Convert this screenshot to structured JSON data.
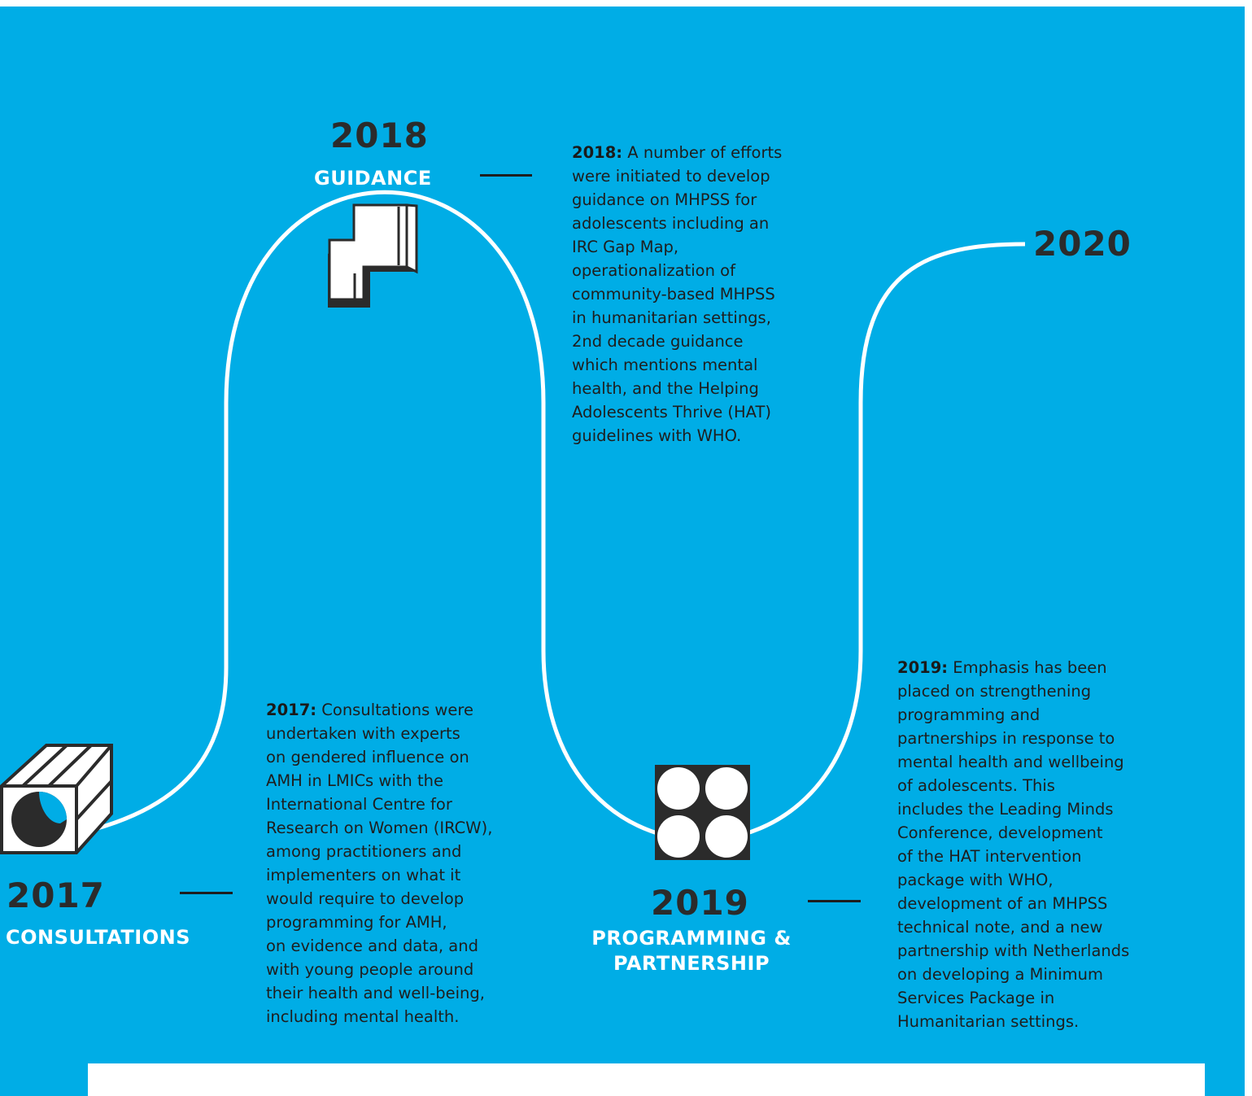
{
  "colors": {
    "background": "#00ADE6",
    "path": "#ffffff",
    "dark": "#2b2b2b",
    "text": "#1e1e1e"
  },
  "milestones": [
    {
      "year": "2017",
      "label": "CONSULTATIONS",
      "icon": "cube-with-circle-icon",
      "desc_lead": "2017:",
      "desc_body": " Consultations were\nundertaken with experts\non gendered influence on\nAMH in LMICs with the\nInternational Centre for\nResearch on Women (IRCW),\namong practitioners and\nimplementers on what it\nwould require to develop\nprogramming for AMH,\non evidence and data, and\nwith young people around\ntheir health and well-being,\nincluding mental health."
    },
    {
      "year": "2018",
      "label": "GUIDANCE",
      "icon": "stepped-block-icon",
      "desc_lead": "2018:",
      "desc_body": " A number of efforts\nwere initiated to develop\nguidance on MHPSS for\nadolescents including an\nIRC Gap Map,\noperationalization of\ncommunity-based MHPSS\nin humanitarian settings,\n2nd decade guidance\nwhich mentions mental\nhealth, and the Helping\nAdolescents Thrive (HAT)\nguidelines with WHO."
    },
    {
      "year": "2019",
      "label": "PROGRAMMING &\nPARTNERSHIP",
      "icon": "four-circles-icon",
      "desc_lead": "2019:",
      "desc_body": " Emphasis has been\nplaced on strengthening\nprogramming and\npartnerships in response to\nmental health and wellbeing\nof adolescents. This\nincludes the Leading Minds\nConference, development\nof the HAT intervention\npackage with WHO,\ndevelopment of an MHPSS\ntechnical note, and a new\npartnership with Netherlands\non developing a Minimum\nServices Package in\nHumanitarian settings."
    },
    {
      "year": "2020"
    }
  ]
}
